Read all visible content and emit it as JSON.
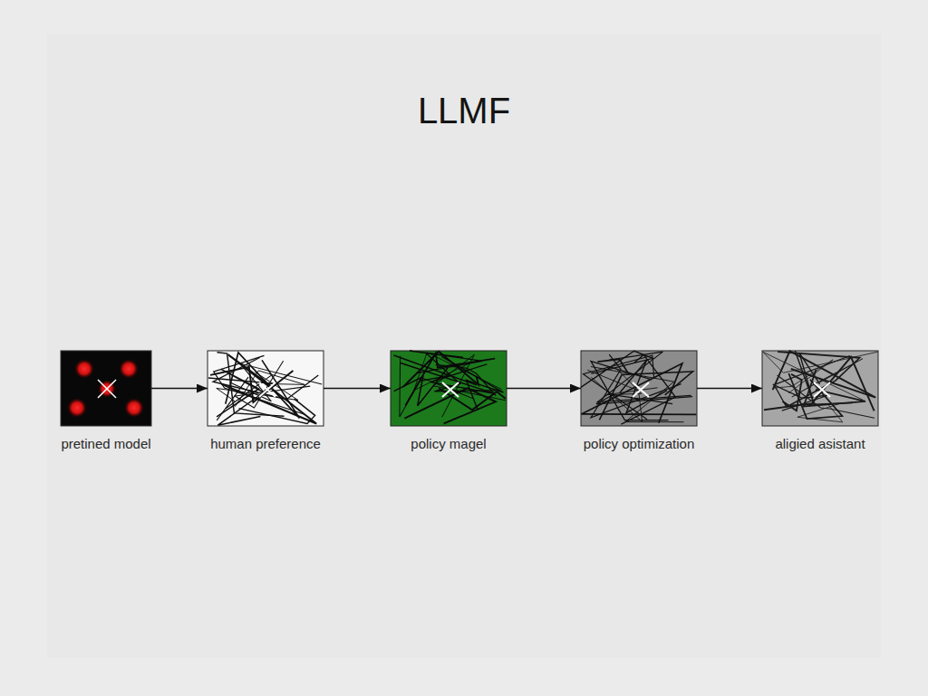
{
  "diagram": {
    "title": "LLMF",
    "nodes": [
      {
        "text": [
          "pretined model"
        ]
      },
      {
        "text": [
          "human preference"
        ]
      },
      {
        "text": [
          "policy magel"
        ]
      },
      {
        "text": [
          "policy optimization"
        ]
      },
      {
        "text": [
          "aligied asistant"
        ]
      }
    ],
    "edges": [
      {
        "from": 0,
        "to": 1,
        "arrow": "to"
      },
      {
        "from": 1,
        "to": 2,
        "arrow": "to"
      },
      {
        "from": 2,
        "to": 3,
        "arrow": "to"
      },
      {
        "from": 3,
        "to": 4,
        "arrow": "to"
      }
    ]
  }
}
